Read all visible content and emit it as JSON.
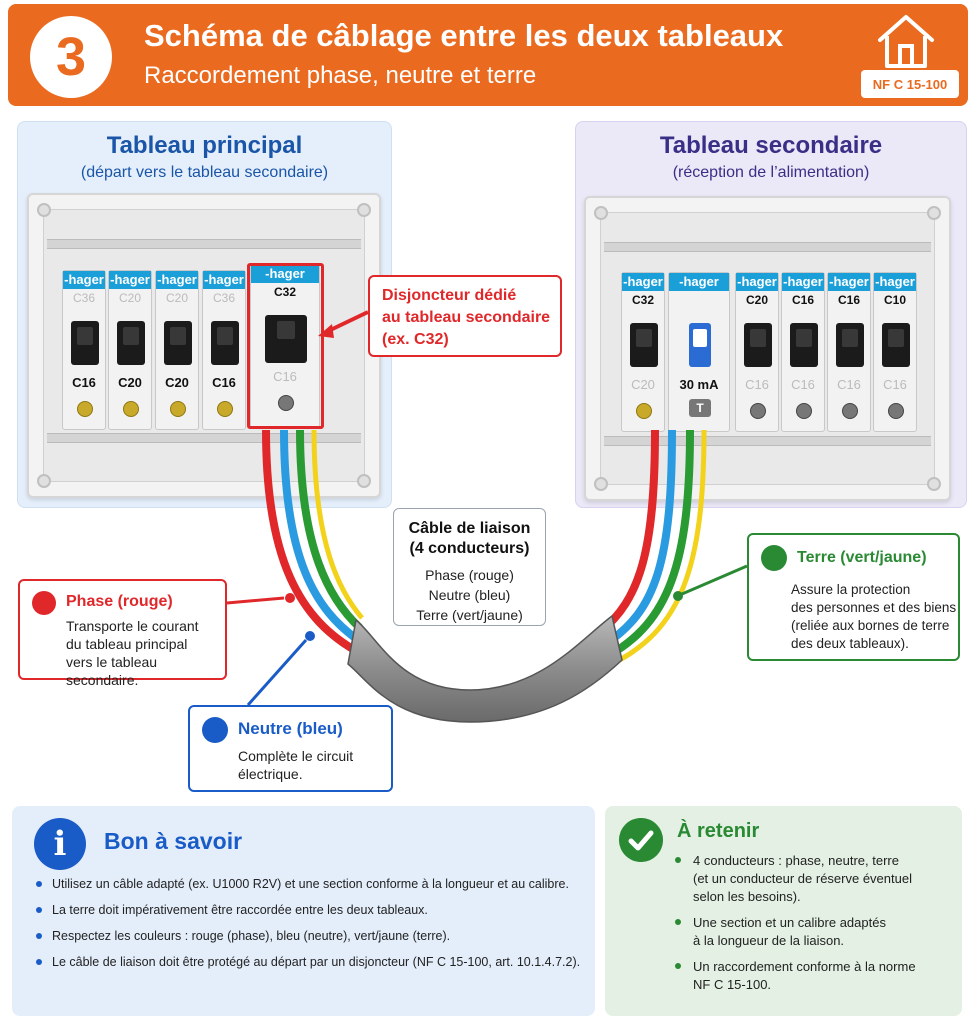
{
  "header": {
    "step": "3",
    "title": "Schéma de câblage entre les deux tableaux",
    "subtitle": "Raccordement phase, neutre et terre",
    "badge": "NF C 15-100",
    "accent": "#ea6a1f"
  },
  "left_panel": {
    "title": "Tableau principal",
    "subtitle": "(départ vers le tableau secondaire)",
    "breakers": [
      {
        "brand": "-hager",
        "rating_top": "C36",
        "rating": "C16"
      },
      {
        "brand": "-hager",
        "rating_top": "C20",
        "rating": "C20"
      },
      {
        "brand": "-hager",
        "rating_top": "C20",
        "rating": "C20"
      },
      {
        "brand": "-hager",
        "rating_top": "C36",
        "rating": "C16"
      },
      {
        "brand": "-hager",
        "rating_top": "C32",
        "rating": "C16"
      }
    ]
  },
  "right_panel": {
    "title": "Tableau secondaire",
    "subtitle": "(réception de l’alimentation)",
    "breakers": [
      {
        "brand": "-hager",
        "rating_top": "C32",
        "rating": "C20"
      },
      {
        "brand": "-hager",
        "rating_top": "",
        "rating": "30 mA",
        "test": "T"
      },
      {
        "brand": "-hager",
        "rating_top": "C20",
        "rating": "C16"
      },
      {
        "brand": "-hager",
        "rating_top": "C16",
        "rating": "C16"
      },
      {
        "brand": "-hager",
        "rating_top": "C16",
        "rating": "C16"
      },
      {
        "brand": "-hager",
        "rating_top": "C10",
        "rating": "C16"
      }
    ]
  },
  "callouts": {
    "disjoncteur": "Disjoncteur dédié\nau tableau secondaire\n(ex. C32)",
    "phase": {
      "title": "Phase (rouge)",
      "text": "Transporte le courant\ndu tableau principal\nvers le tableau secondaire."
    },
    "neutre": {
      "title": "Neutre (bleu)",
      "text": "Complète le circuit\nélectrique."
    },
    "terre": {
      "title": "Terre (vert/jaune)",
      "text": "Assure la protection\ndes personnes et des biens\n(reliée aux bornes de terre\ndes deux tableaux)."
    },
    "cable": {
      "title": "Câble de liaison\n(4 conducteurs)",
      "lines": "Phase (rouge)\nNeutre (bleu)\nTerre (vert/jaune)"
    }
  },
  "info": {
    "title": "Bon à savoir",
    "items": [
      "Utilisez un câble adapté (ex. U1000 R2V) et une section conforme à la longueur et au calibre.",
      "La terre doit impérativement être raccordée entre les deux tableaux.",
      "Respectez les couleurs : rouge (phase), bleu (neutre), vert/jaune (terre).",
      "Le câble de liaison doit être protégé au départ par un disjoncteur (NF C 15-100, art. 10.1.4.7.2)."
    ]
  },
  "keep": {
    "title": "À retenir",
    "items": [
      "4 conducteurs : phase, neutre, terre\n(et un conducteur de réserve éventuel\nselon les besoins).",
      "Une section et un calibre adaptés\nà la longueur de la liaison.",
      "Un raccordement conforme à la norme\nNF C 15-100."
    ]
  },
  "colors": {
    "phase": "#e0282b",
    "neutre": "#1a5cc7",
    "terre": "#2a8a33",
    "hager": "#1a9fd9"
  }
}
